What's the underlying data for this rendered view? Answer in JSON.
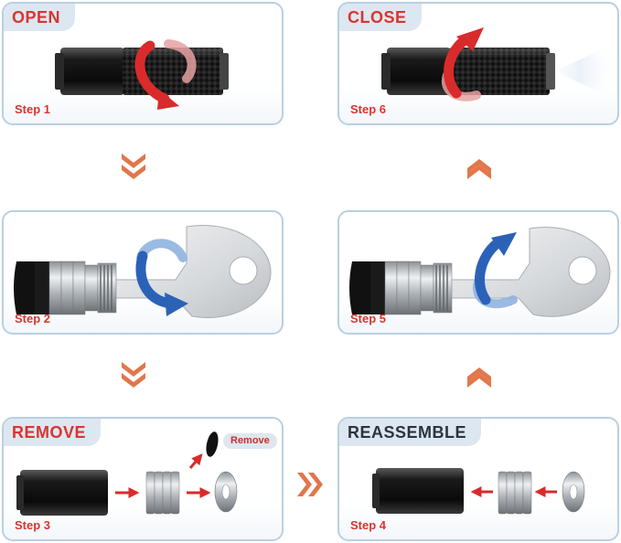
{
  "steps": {
    "open": {
      "title": "OPEN",
      "label": "Step 1"
    },
    "close": {
      "title": "CLOSE",
      "label": "Step 6"
    },
    "step2": {
      "label": "Step 2"
    },
    "step5": {
      "label": "Step 5"
    },
    "remove": {
      "title": "REMOVE",
      "label": "Step 3"
    },
    "reassemble": {
      "title": "REASSEMBLE",
      "label": "Step 4"
    }
  },
  "remove_callout": "Remove",
  "colors": {
    "accent_red": "#d9352f",
    "flow_chevron": "#e2764b",
    "twist_red": "#d92b2b",
    "twist_blue": "#2b62b8",
    "panel_border": "#b9cfe3",
    "tab_bg": "#dde7f1"
  },
  "icons": {
    "rotate_open": "curved-arrow-icon",
    "rotate_close": "curved-arrow-icon",
    "flow_down": "double-chevron-down-icon",
    "flow_up": "double-chevron-up-icon",
    "flow_right": "double-chevron-right-icon"
  }
}
